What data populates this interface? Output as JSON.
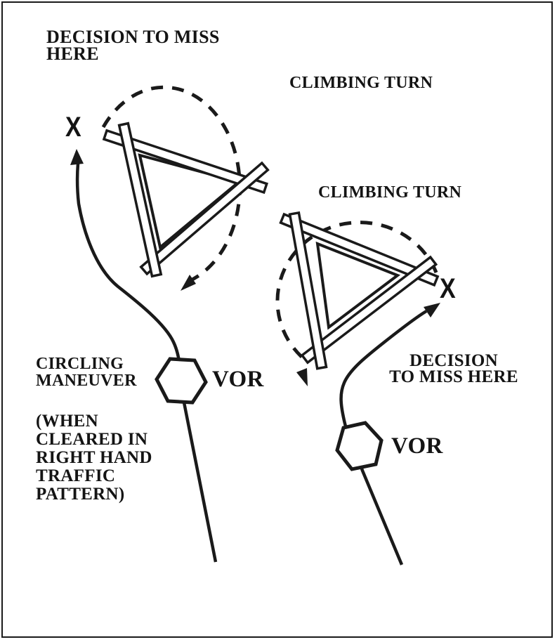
{
  "page": {
    "background": "#ffffff",
    "ink_color": "#1a1a1a",
    "description_labels": {
      "left_diagram_type": "circling maneuver missed approach (right hand pattern)",
      "right_diagram_type": "circling maneuver missed approach"
    }
  },
  "left_diagram": {
    "decision_line1": "DECISION TO MISS",
    "decision_line2": "HERE",
    "climbing_turn": "CLIMBING TURN",
    "miss_marker": "X",
    "circling_line1": "CIRCLING",
    "circling_line2": "MANEUVER",
    "note_lines": [
      "(WHEN",
      "CLEARED IN",
      "RIGHT HAND",
      "TRAFFIC",
      "PATTERN)"
    ],
    "vor": "VOR"
  },
  "right_diagram": {
    "climbing_turn": "CLIMBING TURN",
    "miss_marker": "X",
    "decision_line1": "DECISION",
    "decision_line2": "TO MISS HERE",
    "vor": "VOR"
  }
}
